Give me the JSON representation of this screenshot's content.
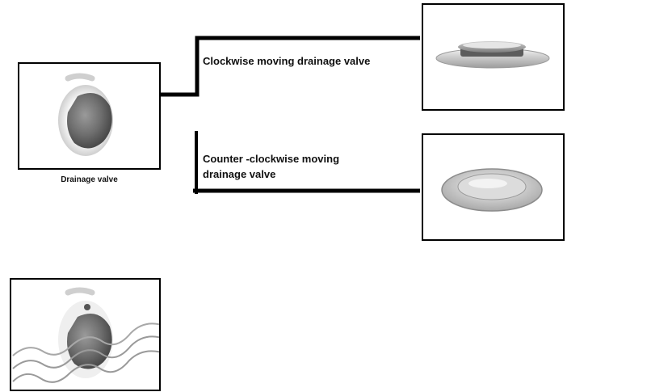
{
  "diagram": {
    "main_caption": "Drainage valve",
    "branches": [
      {
        "label_lines": [
          "Clockwise moving drainage valve"
        ]
      },
      {
        "label_lines": [
          "Counter -clockwise moving",
          "drainage valve"
        ]
      }
    ]
  },
  "colors": {
    "line": "#000000",
    "metal_light": "#e9e9e9",
    "metal_dark": "#7a7a7a",
    "water": "#9a9a9a"
  }
}
